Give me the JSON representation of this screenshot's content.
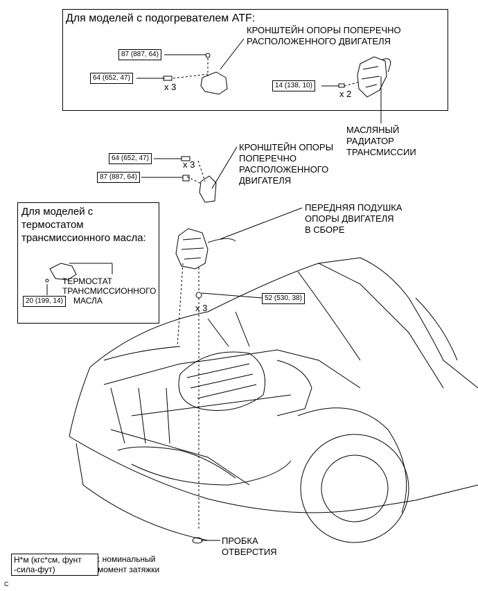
{
  "atf_section": {
    "title": "Для моделей с подогревателем ATF:",
    "bracket_label": [
      "КРОНШТЕЙН ОПОРЫ ПОПЕРЕЧНО",
      "РАСПОЛОЖЕННОГО ДВИГАТЕЛЯ"
    ],
    "torque_top": "87 (887, 64)",
    "torque_left": "64 (652, 47)",
    "mult_left": "x 3",
    "torque_right": "14 (138, 10)",
    "mult_right": "x 2",
    "cooler_label": [
      "МАСЛЯНЫЙ",
      "РАДИАТОР",
      "ТРАНСМИССИИ"
    ]
  },
  "main_section": {
    "torque_bracket_upper": "64 (652, 47)",
    "mult_bracket_upper": "x 3",
    "torque_bracket_lower": "87 (887, 64)",
    "bracket_label": [
      "КРОНШТЕЙН ОПОРЫ",
      "ПОПЕРЕЧНО",
      "РАСПОЛОЖЕННОГО",
      "ДВИГАТЕЛЯ"
    ],
    "mount_label": [
      "ПЕРЕДНЯЯ ПОДУШКА",
      "ОПОРЫ ДВИГАТЕЛЯ",
      "В СБОРЕ"
    ],
    "torque_mount": "52 (530, 38)",
    "mult_mount": "x 3",
    "plug_label": [
      "ПРОБКА",
      "ОТВЕРСТИЯ"
    ]
  },
  "thermostat_section": {
    "title": [
      "Для моделей с",
      "термостатом",
      "трансмиссионного масла:"
    ],
    "thermostat_label": [
      "ТЕРМОСТАТ",
      "ТРАНСМИССИОННОГО",
      "МАСЛА"
    ],
    "torque": "20 (199, 14)"
  },
  "legend": {
    "unit_box": [
      "Н*м (кгс*см, фунт",
      "-сила-фут)"
    ],
    "description": [
      ": номинальный",
      "момент затяжки"
    ]
  },
  "corner_code": "C"
}
